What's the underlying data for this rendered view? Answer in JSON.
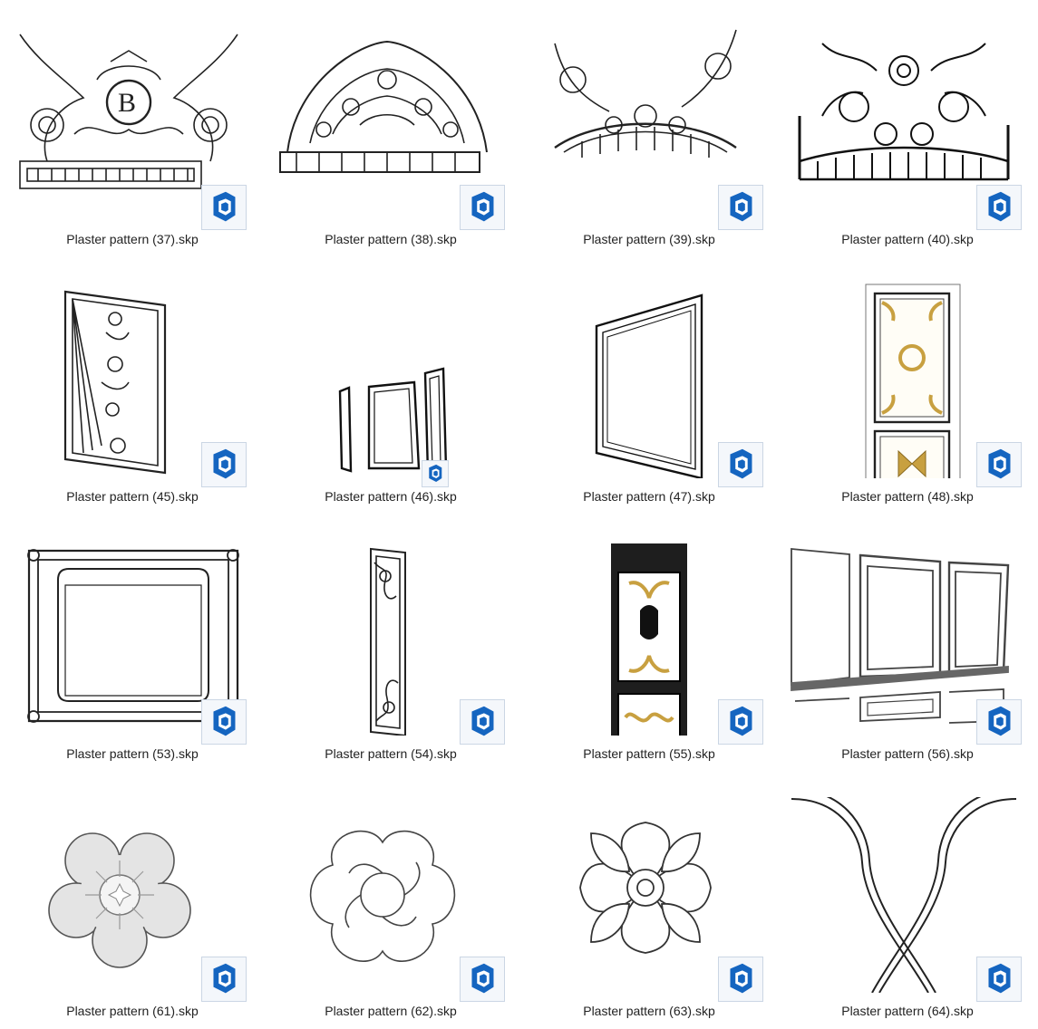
{
  "files": [
    {
      "name": "Plaster pattern (37).skp",
      "icon": "sketchup-file-icon"
    },
    {
      "name": "Plaster pattern (38).skp",
      "icon": "sketchup-file-icon"
    },
    {
      "name": "Plaster pattern (39).skp",
      "icon": "sketchup-file-icon"
    },
    {
      "name": "Plaster pattern (40).skp",
      "icon": "sketchup-file-icon"
    },
    {
      "name": "Plaster pattern (45).skp",
      "icon": "sketchup-file-icon"
    },
    {
      "name": "Plaster pattern (46).skp",
      "icon": "sketchup-file-icon"
    },
    {
      "name": "Plaster pattern (47).skp",
      "icon": "sketchup-file-icon"
    },
    {
      "name": "Plaster pattern (48).skp",
      "icon": "sketchup-file-icon"
    },
    {
      "name": "Plaster pattern (53).skp",
      "icon": "sketchup-file-icon"
    },
    {
      "name": "Plaster pattern (54).skp",
      "icon": "sketchup-file-icon"
    },
    {
      "name": "Plaster pattern (55).skp",
      "icon": "sketchup-file-icon"
    },
    {
      "name": "Plaster pattern (56).skp",
      "icon": "sketchup-file-icon"
    },
    {
      "name": "Plaster pattern (61).skp",
      "icon": "sketchup-file-icon"
    },
    {
      "name": "Plaster pattern (62).skp",
      "icon": "sketchup-file-icon"
    },
    {
      "name": "Plaster pattern (63).skp",
      "icon": "sketchup-file-icon"
    },
    {
      "name": "Plaster pattern (64).skp",
      "icon": "sketchup-file-icon"
    }
  ],
  "colors": {
    "sketchup_blue": "#1565c0",
    "label_text": "#222222",
    "gold": "#c8a040"
  }
}
